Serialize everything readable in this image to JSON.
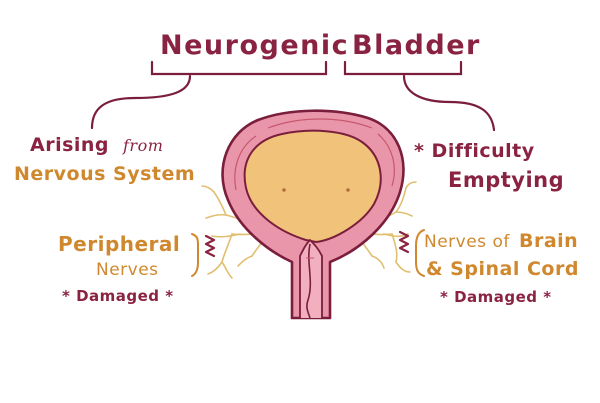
{
  "title": {
    "word1": "Neurogenic",
    "word2": "Bladder"
  },
  "left": {
    "arising": "Arising",
    "from": "from",
    "nervous_system": "Nervous System",
    "peripheral": "Peripheral",
    "nerves": "Nerves",
    "damaged": "* Damaged *"
  },
  "right": {
    "difficulty": "* Difficulty",
    "emptying": "Emptying",
    "nerves_of": "Nerves of",
    "brain": "Brain",
    "spinal_cord": "& Spinal Cord",
    "damaged": "* Damaged *"
  },
  "colors": {
    "maroon": "#8a2342",
    "orange": "#d0882e",
    "bladder_wall": "#e996aa",
    "bladder_fill": "#f0c27a",
    "nerve": "#e0c070",
    "stroke": "#7a1e3c"
  }
}
